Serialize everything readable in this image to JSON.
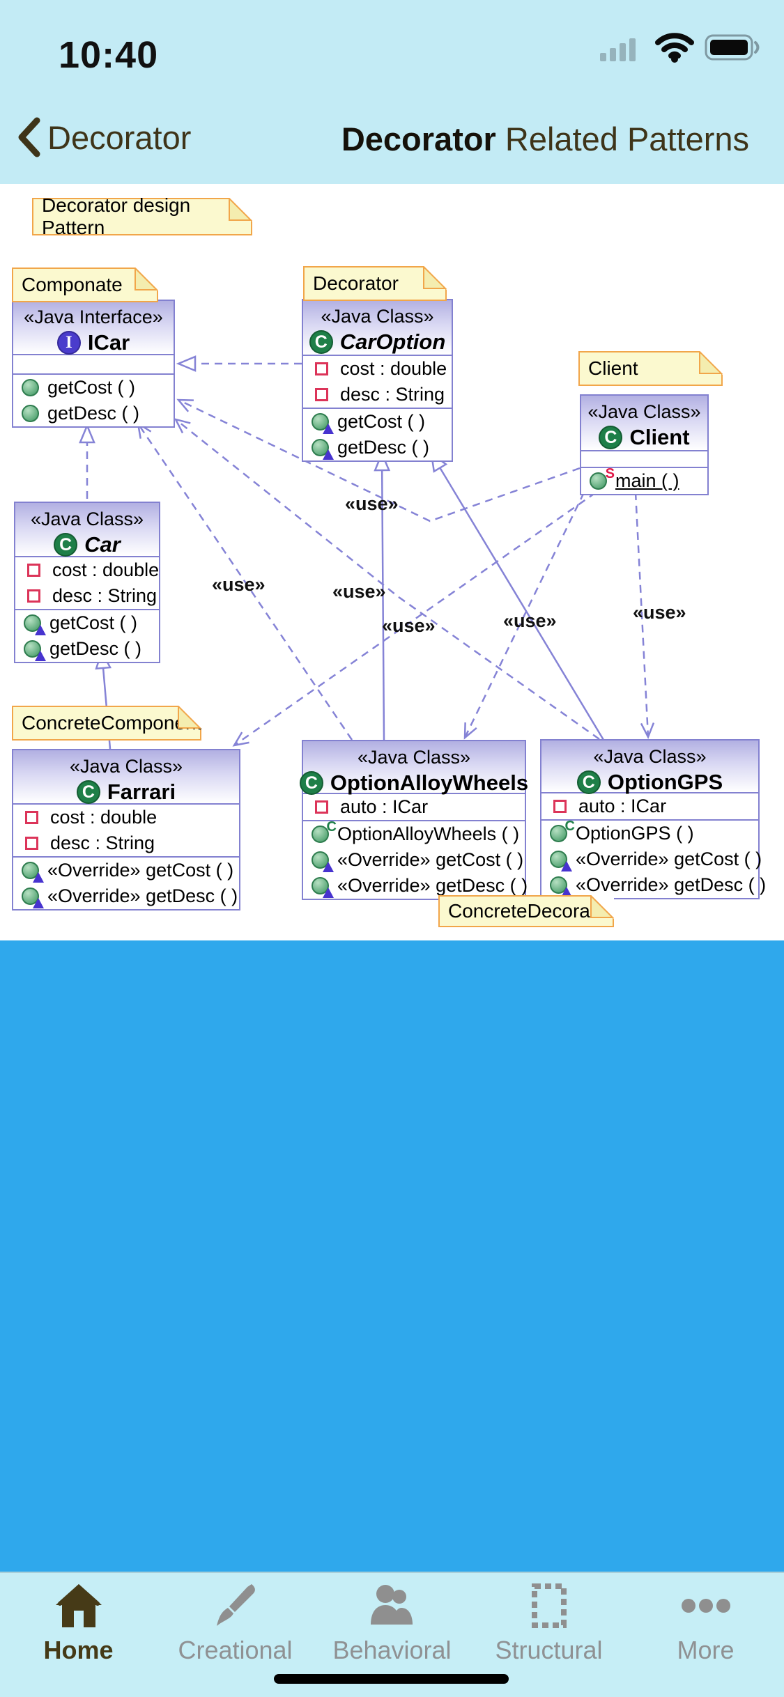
{
  "status_bar": {
    "time": "10:40"
  },
  "nav_bar": {
    "back_label": "Decorator",
    "title_bold": "Decorator",
    "title_rest": " Related Patterns"
  },
  "diagram": {
    "use_label": "«use»",
    "markers": {
      "constructor": "C",
      "static": "S"
    },
    "notes": {
      "pattern": "Decorator design Pattern",
      "componate": "Componate",
      "decorator": "Decorator",
      "client": "Client",
      "concrete_component": "ConcreteComponent",
      "concrete_decorator": "ConcreteDecorator"
    },
    "classes": {
      "icar": {
        "stereotype": "«Java Interface»",
        "icon_letter": "I",
        "name": "ICar",
        "methods": [
          "getCost ( )",
          "getDesc ( )"
        ]
      },
      "car_option": {
        "stereotype": "«Java Class»",
        "icon_letter": "C",
        "name": "CarOption",
        "attributes": [
          "cost : double",
          "desc : String"
        ],
        "methods": [
          "getCost ( )",
          "getDesc ( )"
        ]
      },
      "client": {
        "stereotype": "«Java Class»",
        "icon_letter": "C",
        "name": "Client",
        "methods": [
          "main ( )"
        ]
      },
      "car": {
        "stereotype": "«Java Class»",
        "icon_letter": "C",
        "name": "Car",
        "attributes": [
          "cost : double",
          "desc : String"
        ],
        "methods": [
          "getCost ( )",
          "getDesc ( )"
        ]
      },
      "farrari": {
        "stereotype": "«Java Class»",
        "icon_letter": "C",
        "name": "Farrari",
        "attributes": [
          "cost : double",
          "desc : String"
        ],
        "methods": [
          "«Override» getCost ( )",
          "«Override» getDesc ( )"
        ]
      },
      "option_alloy_wheels": {
        "stereotype": "«Java Class»",
        "icon_letter": "C",
        "name": "OptionAlloyWheels",
        "attributes": [
          "auto : ICar"
        ],
        "methods": [
          "OptionAlloyWheels ( )",
          "«Override» getCost ( )",
          "«Override» getDesc ( )"
        ]
      },
      "option_gps": {
        "stereotype": "«Java Class»",
        "icon_letter": "C",
        "name": "OptionGPS",
        "attributes": [
          "auto : ICar"
        ],
        "methods": [
          "OptionGPS ( )",
          "«Override» getCost ( )",
          "«Override» getDesc ( )"
        ]
      }
    },
    "colors": {
      "header_cyan": "#c3ebf5",
      "panel_blue": "#2fa8ec",
      "note_fill": "#fbf9cf",
      "note_border": "#f1a64a",
      "box_border": "#8381d0",
      "connector_purple": "#8583d6",
      "accent_brown": "#3e3419"
    }
  },
  "tab_bar": {
    "items": [
      "Home",
      "Creational",
      "Behavioral",
      "Structural",
      "More"
    ],
    "active": "Home"
  }
}
